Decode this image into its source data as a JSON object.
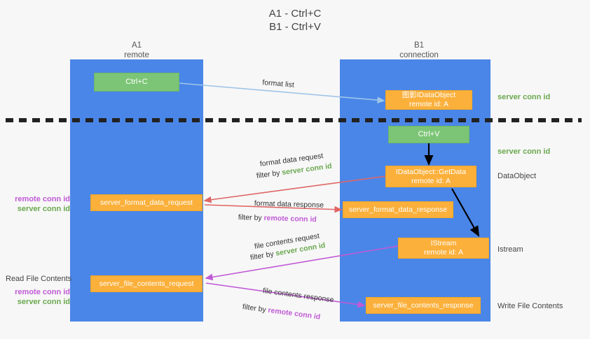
{
  "title": {
    "line1": "A1 - Ctrl+C",
    "line2": "B1 - Ctrl+V"
  },
  "columns": [
    {
      "name": "A1",
      "sub": "remote"
    },
    {
      "name": "B1",
      "sub": "connection"
    }
  ],
  "colors": {
    "lane": "#4a86e8",
    "green_box": "#7cc576",
    "orange_box": "#fbb03b",
    "server_conn_id": "#6aa84f",
    "remote_conn_id": "#c05ad6",
    "arrow_format_list": "#9fc5e8",
    "arrow_format_data": "#e06666",
    "arrow_file_contents": "#c05ad6",
    "arrow_black": "#000000",
    "divider": "#222222",
    "background": "#f7f7f7"
  },
  "boxes": {
    "ctrl_c": {
      "label": "Ctrl+C"
    },
    "ctrl_v": {
      "label": "Ctrl+V"
    },
    "remote_idataobject": {
      "line1": "图影IDataObject",
      "line2": "remote id: A"
    },
    "idataobject_getdata": {
      "line1": "IDataObject::GetData",
      "line2": "remote id: A"
    },
    "istream": {
      "line1": "IStream",
      "line2": "remote id: A"
    },
    "server_format_data_request": {
      "label": "server_format_data_request"
    },
    "server_format_data_response": {
      "label": "server_format_data_response"
    },
    "server_file_contents_request": {
      "label": "server_file_contents_request"
    },
    "server_file_contents_response": {
      "label": "server_file_contents_response"
    }
  },
  "right_labels": [
    {
      "text": "server conn id",
      "kind": "green"
    },
    {
      "text": "server conn id",
      "kind": "green"
    },
    {
      "text": "DataObject",
      "kind": "plain"
    },
    {
      "text": "Istream",
      "kind": "plain"
    },
    {
      "text": "Write File Contents",
      "kind": "plain"
    }
  ],
  "left_labels": {
    "group1": [
      {
        "text": "remote conn id",
        "kind": "purple"
      },
      {
        "text": "server conn id",
        "kind": "green"
      }
    ],
    "read_file_contents": "Read File Contents",
    "group2": [
      {
        "text": "remote conn id",
        "kind": "purple"
      },
      {
        "text": "server conn id",
        "kind": "green"
      }
    ]
  },
  "arrow_labels": {
    "format_list": "format list",
    "format_data_request": "format data request",
    "format_data_request_filter_prefix": "filter by ",
    "format_data_request_filter_value": "server conn id",
    "format_data_response": "format data response",
    "format_data_response_filter_prefix": "filter by ",
    "format_data_response_filter_value": "remote conn id",
    "file_contents_request": "file contents request",
    "file_contents_request_filter_prefix": "filter by ",
    "file_contents_request_filter_value": "server conn id",
    "file_contents_response": "file contents response",
    "file_contents_response_filter_prefix": "filter by ",
    "file_contents_response_filter_value": "remote conn id"
  }
}
